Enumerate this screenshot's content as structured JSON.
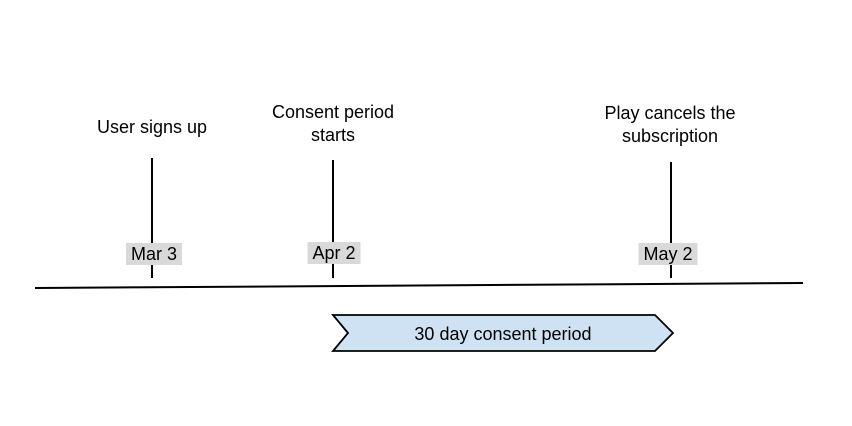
{
  "diagram": {
    "type": "timeline",
    "events": [
      {
        "label": "User signs up",
        "date": "Mar 3"
      },
      {
        "label": "Consent period\nstarts",
        "date": "Apr 2"
      },
      {
        "label": "Play cancels the\nsubscription",
        "date": "May 2"
      }
    ],
    "ribbon": {
      "label": "30 day consent period",
      "spans_from": "Apr 2",
      "spans_to": "May 2"
    },
    "colors": {
      "ribbon_fill": "#cfe2f3",
      "date_badge_bg": "#d9d9d9",
      "line": "#000000"
    }
  }
}
